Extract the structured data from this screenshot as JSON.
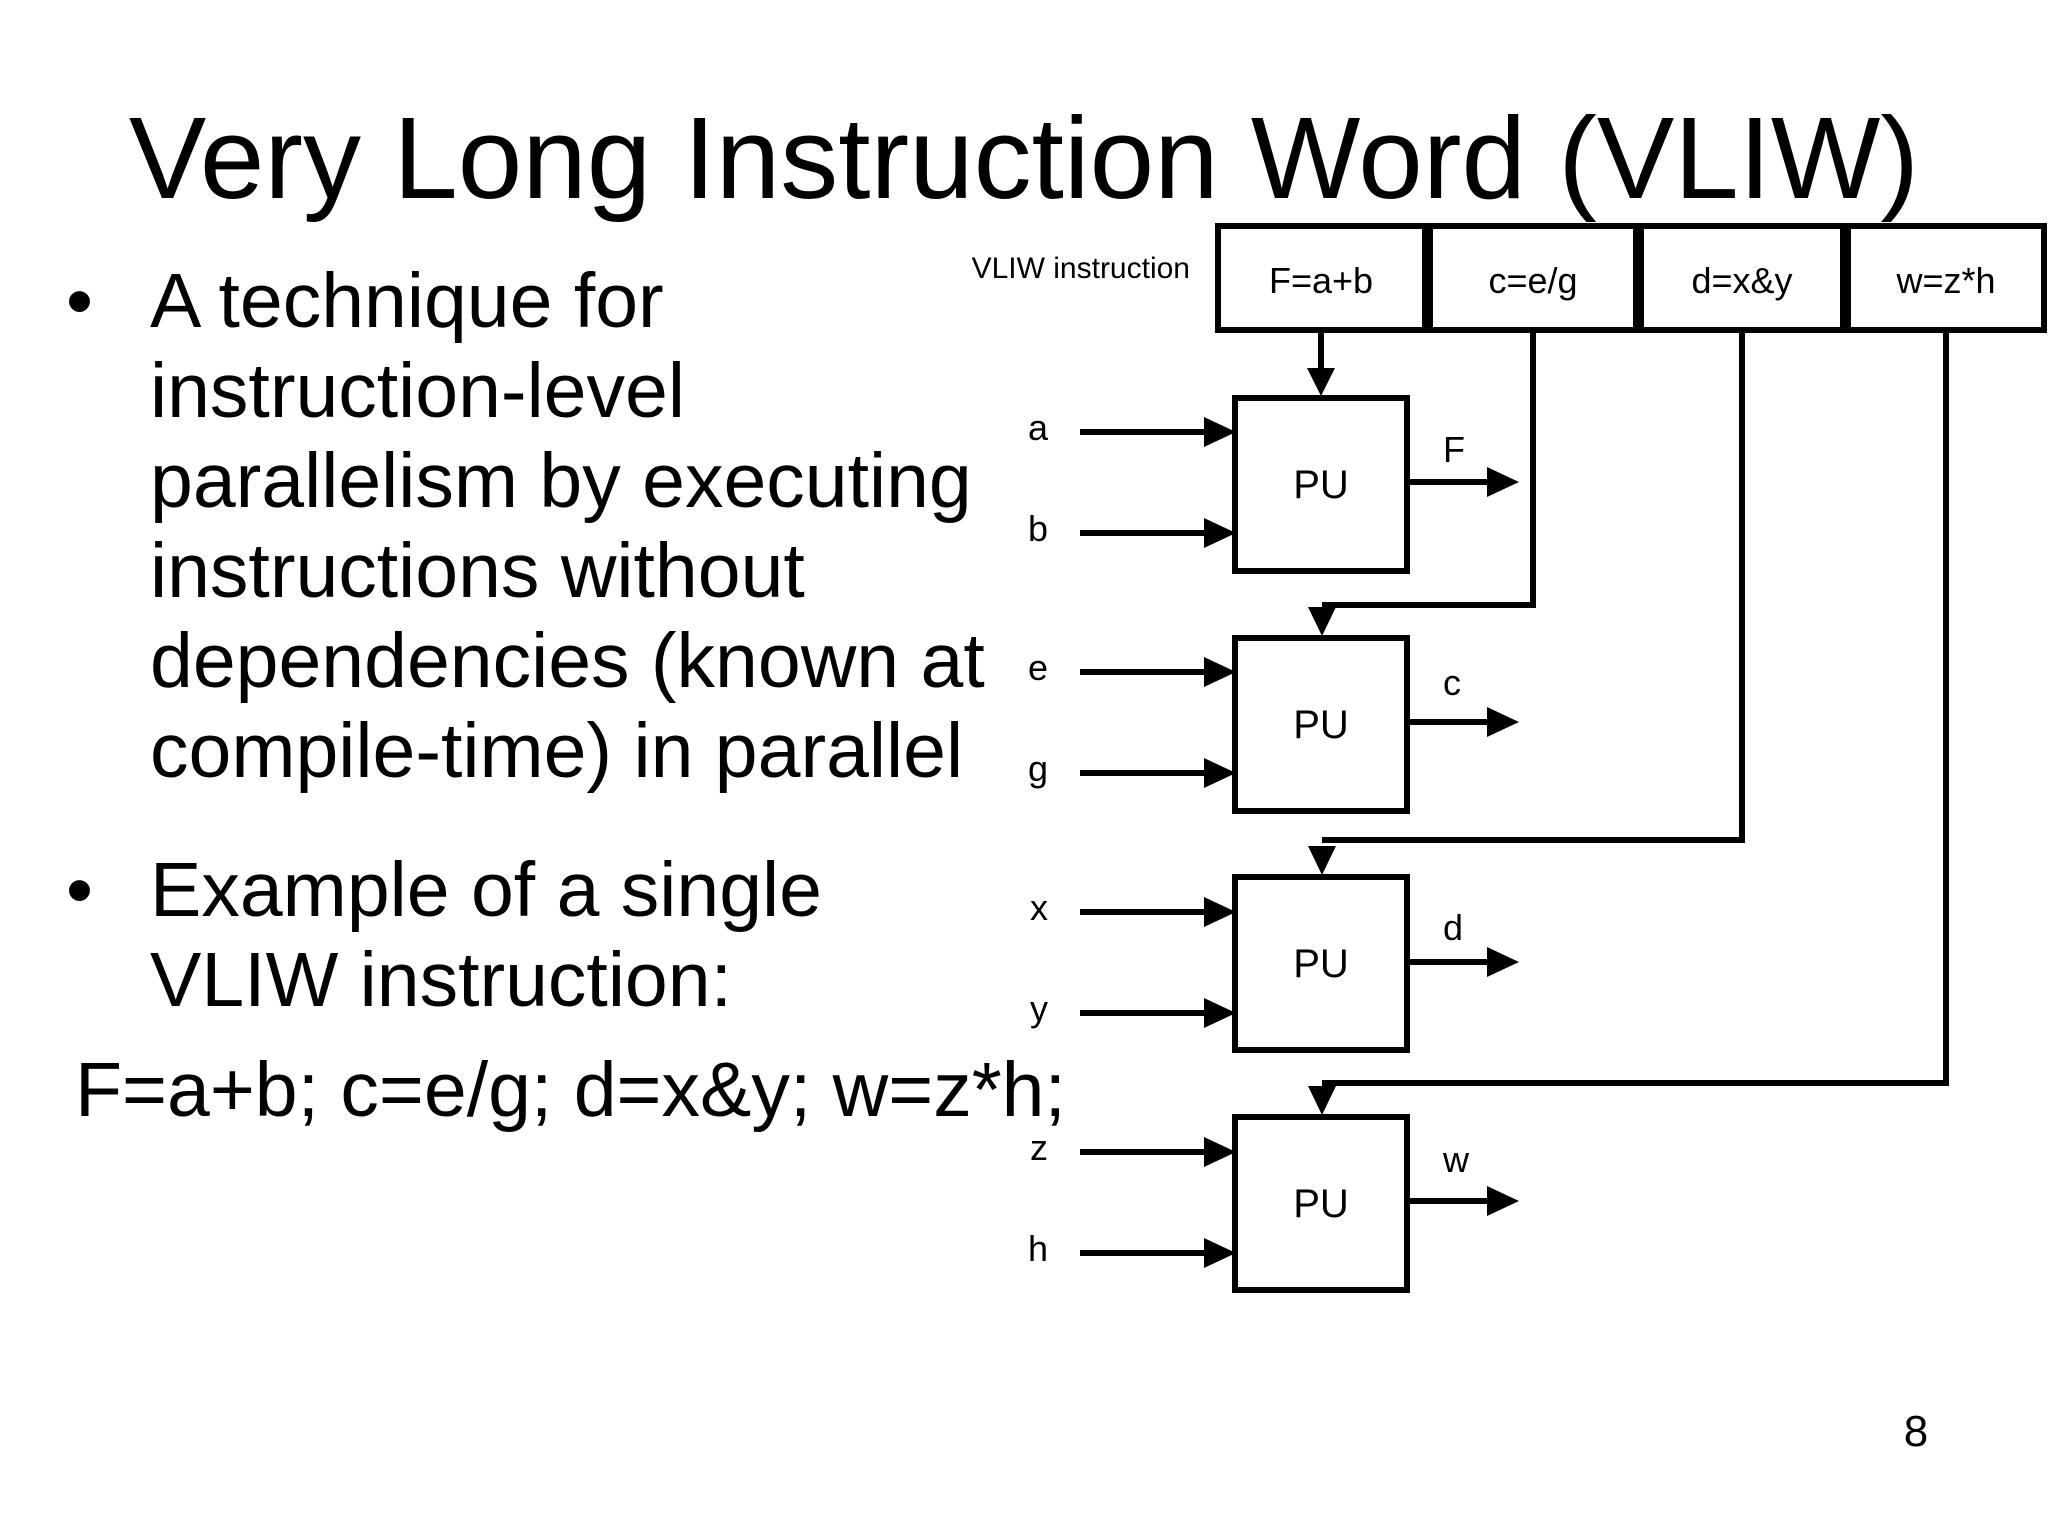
{
  "page": {
    "title": "Very Long Instruction Word (VLIW)",
    "page_number": "8",
    "bullet_char": "•",
    "background_color": "#ffffff",
    "ink_color": "#000000"
  },
  "bullets": {
    "bullet1_lines": [
      "A technique for",
      "instruction-level",
      "parallelism by executing",
      "instructions without",
      "dependencies (known at",
      "compile-time) in parallel"
    ],
    "bullet2_lines": [
      "Example of a single",
      "VLIW instruction:"
    ],
    "example_code": "F=a+b; c=e/g; d=x&y; w=z*h;"
  },
  "diagram": {
    "caption": "VLIW instruction",
    "instruction_cells": [
      "F=a+b",
      "c=e/g",
      "d=x&y",
      "w=z*h"
    ],
    "pu_label": "PU",
    "processing_units": [
      {
        "inputs": [
          "a",
          "b"
        ],
        "output": "F"
      },
      {
        "inputs": [
          "e",
          "g"
        ],
        "output": "c"
      },
      {
        "inputs": [
          "x",
          "y"
        ],
        "output": "d"
      },
      {
        "inputs": [
          "z",
          "h"
        ],
        "output": "w"
      }
    ]
  }
}
